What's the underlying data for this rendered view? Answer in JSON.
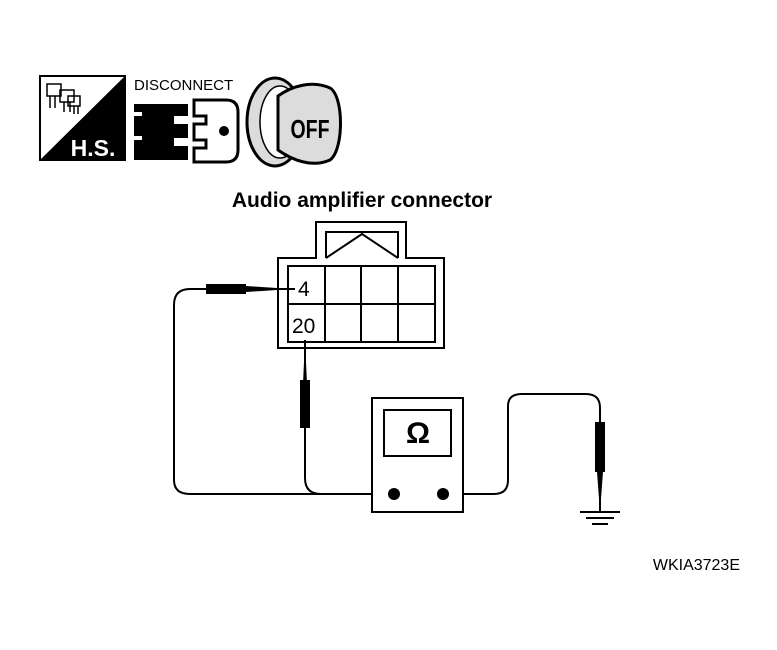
{
  "icons": {
    "hs_label": "H.S.",
    "disconnect_label": "DISCONNECT",
    "ignition_label": "OFF"
  },
  "connector": {
    "title": "Audio amplifier connector",
    "terminal_a": "4",
    "terminal_b": "20"
  },
  "meter": {
    "symbol": "Ω"
  },
  "figure_id": "WKIA3723E",
  "colors": {
    "line": "#000000",
    "background": "#ffffff",
    "panel_gray": "#dcdcdc"
  }
}
